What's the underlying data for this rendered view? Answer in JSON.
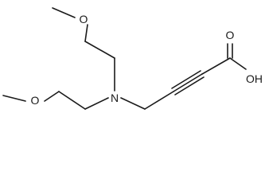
{
  "diagram": {
    "type": "skeletal-structure",
    "atom_labels": {
      "o_top": "O",
      "o_bottom": "O",
      "n_center": "N",
      "o_carbonyl": "O",
      "oh_acid": "OH"
    }
  }
}
